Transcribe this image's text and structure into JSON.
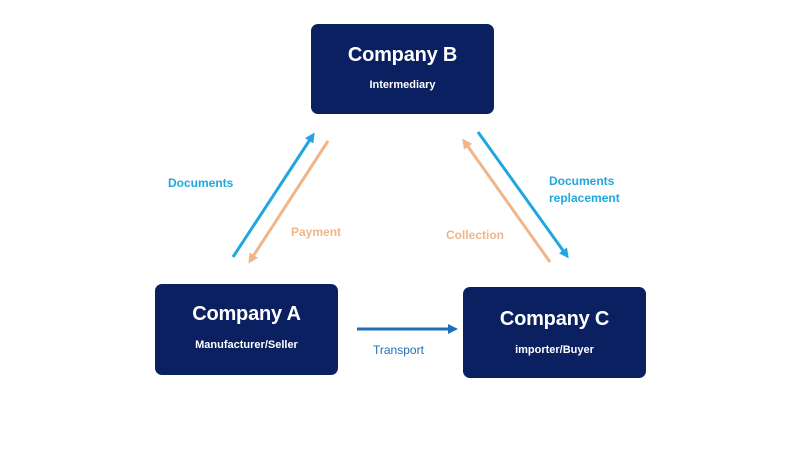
{
  "nodes": {
    "company_b": {
      "title": "Company B",
      "subtitle": "Intermediary"
    },
    "company_a": {
      "title": "Company A",
      "subtitle": "Manufacturer/Seller"
    },
    "company_c": {
      "title": "Company C",
      "subtitle": "importer/Buyer"
    }
  },
  "edges": {
    "documents": "Documents",
    "payment": "Payment",
    "documents_replacement": [
      "Documents",
      "replacement"
    ],
    "collection": "Collection",
    "transport": "Transport"
  },
  "colors": {
    "box_fill": "#0a2060",
    "documents_arrow": "#1fa7de",
    "payment_arrow": "#f0b689",
    "transport_arrow": "#1c6fb8"
  }
}
